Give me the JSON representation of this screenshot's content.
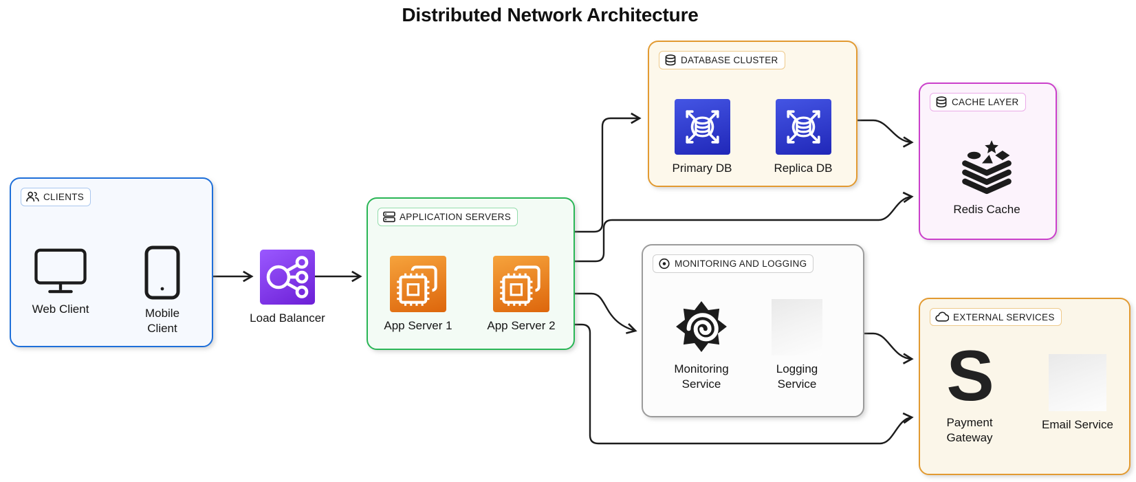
{
  "title": "Distributed Network Architecture",
  "standalone": {
    "load_balancer": {
      "label": "Load Balancer",
      "icon": "load-balancer-icon"
    }
  },
  "groups": {
    "clients": {
      "label": "CLIENTS",
      "icon": "people-icon",
      "nodes": [
        {
          "label": "Web Client",
          "icon": "monitor-icon"
        },
        {
          "label": "Mobile Client",
          "icon": "tablet-icon"
        }
      ]
    },
    "application_servers": {
      "label": "APPLICATION SERVERS",
      "icon": "server-stack-icon",
      "nodes": [
        {
          "label": "App Server 1",
          "icon": "ec2-chip-icon"
        },
        {
          "label": "App Server 2",
          "icon": "ec2-chip-icon"
        }
      ]
    },
    "database_cluster": {
      "label": "DATABASE CLUSTER",
      "icon": "database-icon",
      "nodes": [
        {
          "label": "Primary DB",
          "icon": "rds-database-icon"
        },
        {
          "label": "Replica DB",
          "icon": "rds-database-icon"
        }
      ]
    },
    "cache_layer": {
      "label": "CACHE LAYER",
      "icon": "database-icon",
      "nodes": [
        {
          "label": "Redis Cache",
          "icon": "redis-stack-icon"
        }
      ]
    },
    "monitoring_and_logging": {
      "label": "MONITORING AND LOGGING",
      "icon": "eye-icon",
      "nodes": [
        {
          "label": "Monitoring Service",
          "icon": "grafana-icon"
        },
        {
          "label": "Logging Service",
          "icon": "image-placeholder"
        }
      ]
    },
    "external_services": {
      "label": "EXTERNAL SERVICES",
      "icon": "cloud-icon",
      "nodes": [
        {
          "label": "Payment Gateway",
          "icon": "stripe-s-icon",
          "glyph": "S"
        },
        {
          "label": "Email Service",
          "icon": "image-placeholder"
        }
      ]
    }
  },
  "connections": [
    {
      "from": "Clients",
      "to": "Load Balancer"
    },
    {
      "from": "Load Balancer",
      "to": "Application Servers"
    },
    {
      "from": "Application Servers",
      "to": "Database Cluster"
    },
    {
      "from": "Application Servers",
      "to": "Cache Layer"
    },
    {
      "from": "Database Cluster",
      "to": "Cache Layer"
    },
    {
      "from": "Application Servers",
      "to": "Monitoring and Logging"
    },
    {
      "from": "Application Servers",
      "to": "External Services"
    },
    {
      "from": "Monitoring and Logging",
      "to": "External Services"
    }
  ],
  "colors": {
    "line": "#1c1c1c",
    "ink": "#1c1c1c",
    "clients-border": "#1e6fd9",
    "clients-fill": "#f6f9fe",
    "clients-pill": "#a9c6ee",
    "app-border": "#2ab656",
    "app-fill": "#f3fbf5",
    "app-pill": "#93dcab",
    "db-border": "#e29a31",
    "db-fill": "#fdf8eb",
    "db-pill": "#eec98a",
    "cache-border": "#cb40cb",
    "cache-fill": "#fcf3fc",
    "cache-pill": "#eaaae8",
    "mon-border": "#9b9b9b",
    "mon-fill": "#fcfcfc",
    "mon-pill": "#cfcfcf",
    "ext-border": "#e29a31",
    "ext-fill": "#fbf6e9",
    "ext-pill": "#eec98a",
    "lb-g1": "#9a58ff",
    "lb-g2": "#6c1fd6",
    "ec2-g1": "#f6a33c",
    "ec2-g2": "#dd660c",
    "rds-g1": "#4455e4",
    "rds-g2": "#2027b8"
  }
}
